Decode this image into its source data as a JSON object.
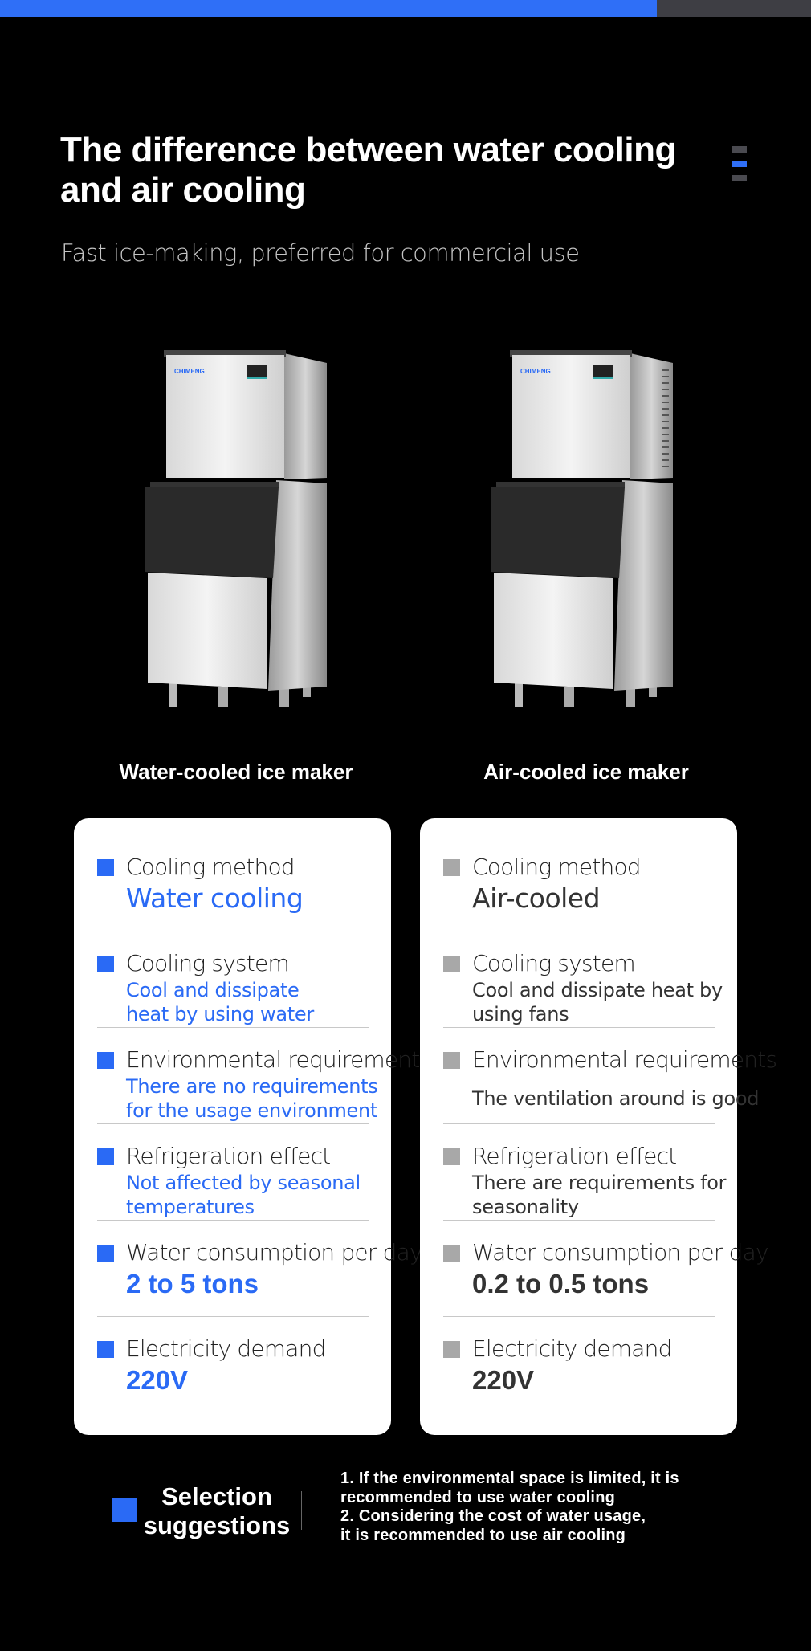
{
  "progress": {
    "fraction": 0.81,
    "colors": {
      "fill": "#2f6ff7",
      "track": "#3e3e44"
    }
  },
  "header": {
    "title": "The difference between water cooling and air cooling",
    "subtitle": "Fast ice-making, preferred for commercial use",
    "page_indicator": {
      "total": 3,
      "active": 2
    }
  },
  "products": [
    {
      "label": "Water-cooled ice maker",
      "logo_text": "CHIMENG"
    },
    {
      "label": "Air-cooled ice maker",
      "logo_text": "CHIMENG"
    }
  ],
  "cards": {
    "water": {
      "accent": "#2a6af5",
      "rows": [
        {
          "label": "Cooling method",
          "value": "Water cooling"
        },
        {
          "label": "Cooling system",
          "value_lines": [
            "Cool and dissipate",
            "heat by using water"
          ]
        },
        {
          "label": "Environmental requirements",
          "value_lines": [
            "There are no requirements",
            "for the usage environment"
          ]
        },
        {
          "label": "Refrigeration effect",
          "value_lines": [
            "Not affected by seasonal",
            "temperatures"
          ]
        },
        {
          "label": "Water consumption per day",
          "value": "2 to 5 tons"
        },
        {
          "label": "Electricity demand",
          "value": "220V"
        }
      ]
    },
    "air": {
      "accent": "#a8a8a8",
      "rows": [
        {
          "label": "Cooling method",
          "value": "Air-cooled"
        },
        {
          "label": "Cooling system",
          "value_lines": [
            "Cool and dissipate heat by",
            "using fans"
          ]
        },
        {
          "label": "Environmental requirements",
          "value": "The ventilation around is good"
        },
        {
          "label": "Refrigeration effect",
          "value_lines": [
            "There are requirements for",
            "seasonality"
          ]
        },
        {
          "label": "Water consumption per day",
          "value": "0.2 to 0.5 tons"
        },
        {
          "label": "Electricity demand",
          "value": "220V"
        }
      ]
    }
  },
  "selection": {
    "title_lines": [
      "Selection",
      "suggestions"
    ],
    "lines": [
      "1. If the environmental space is limited, it is",
      "recommended to use water cooling",
      "2. Considering the cost of water usage,",
      "it is recommended to use air cooling"
    ]
  }
}
